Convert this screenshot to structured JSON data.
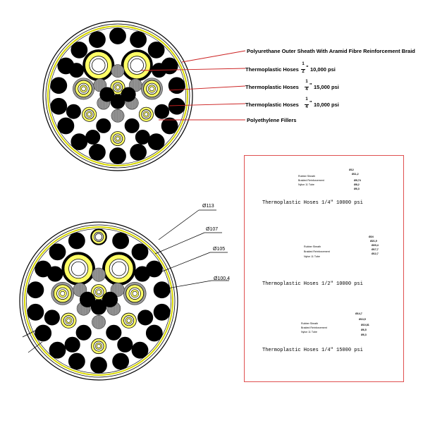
{
  "colors": {
    "hose_yellow": "#ffff66",
    "braid_yellow": "#d8d800",
    "black": "#000000",
    "filler_grey": "#9a9a9a",
    "leader_red": "#cc2222",
    "box_red": "#e05050"
  },
  "top_labels": {
    "sheath": "Polyurethane Outer Sheath With Aramid Fibre Reinforcement Braid",
    "hose1": "Thermoplastic Hoses",
    "hose1_num": "1",
    "hose1_den": "2",
    "hose1_unit": "\"",
    "hose1_psi": "10,000 psi",
    "hose2": "Thermoplastic Hoses",
    "hose2_num": "1",
    "hose2_den": "4",
    "hose2_unit": "\"",
    "hose2_psi": "15,000 psi",
    "hose3": "Thermoplastic Hoses",
    "hose3_num": "1",
    "hose3_den": "4",
    "hose3_unit": "\"",
    "hose3_psi": "10,000 psi",
    "fillers": "Polyethylene Fillers"
  },
  "dimensions": {
    "d1": "Ø113",
    "d2": "Ø107",
    "d3": "Ø105",
    "d4": "Ø100,4"
  },
  "legend": {
    "items": [
      {
        "layers": [
          "Rubber Sheath",
          "Braided Reinforcement",
          "Nylon 11 Tube"
        ],
        "dims": [
          "Ø12",
          "Ø11,2",
          "Ø9,74",
          "Ø8,2",
          "Ø6,3"
        ],
        "caption": "Thermoplastic Hoses 1/4\" 10000 psi"
      },
      {
        "layers": [
          "Rubber Sheath",
          "Braided Reinforcement",
          "Nylon 11 Tube"
        ],
        "dims": [
          "Ø24",
          "Ø21,9",
          "Ø20,4",
          "Ø17,7",
          "Ø12,7"
        ],
        "caption": "Thermoplastic Hoses 1/2\" 10000 psi"
      },
      {
        "layers": [
          "Rubber Sheath",
          "Braided Reinforcement",
          "Nylon 11 Tube"
        ],
        "dims": [
          "Ø14,7",
          "Ø13,5",
          "Ø10,81",
          "Ø6,5",
          "Ø6,3"
        ],
        "caption": "Thermoplastic Hoses 1/4\" 15000 psi"
      }
    ]
  }
}
